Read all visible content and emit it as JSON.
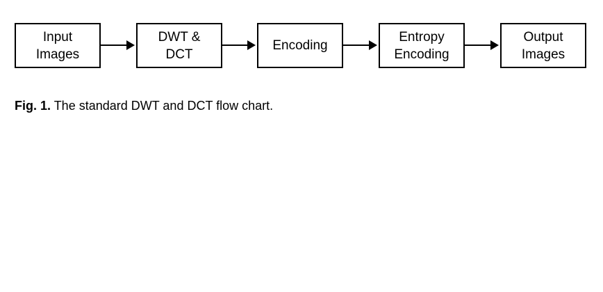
{
  "flowchart": {
    "boxes": [
      {
        "label": "Input\nImages"
      },
      {
        "label": "DWT &\nDCT"
      },
      {
        "label": "Encoding"
      },
      {
        "label": "Entropy\nEncoding"
      },
      {
        "label": "Output\nImages"
      }
    ],
    "arrow_color": "#000000",
    "border_color": "#000000"
  },
  "caption": {
    "figure_label": "Fig. 1.",
    "text": " The standard DWT and DCT flow chart."
  }
}
